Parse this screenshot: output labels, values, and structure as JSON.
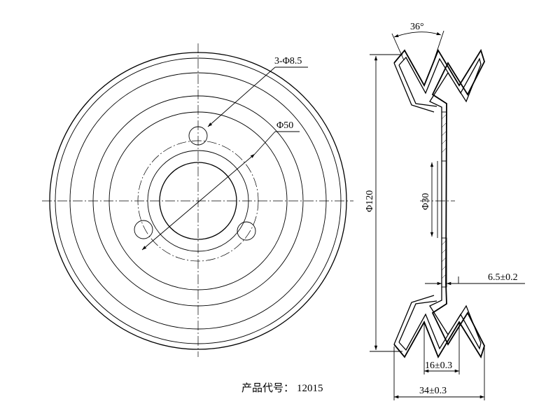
{
  "drawing": {
    "dimensions": {
      "holes": "3-Φ8.5",
      "bolt_circle": "Φ50",
      "outer_diameter": "Φ120",
      "bore": "Φ30",
      "groove_angle": "36°",
      "groove_width": "16±0.3",
      "total_width": "34±0.3",
      "hub_offset": "6.5±0.2"
    },
    "product_code_label": "产品代号：",
    "product_code_value": "12015"
  }
}
